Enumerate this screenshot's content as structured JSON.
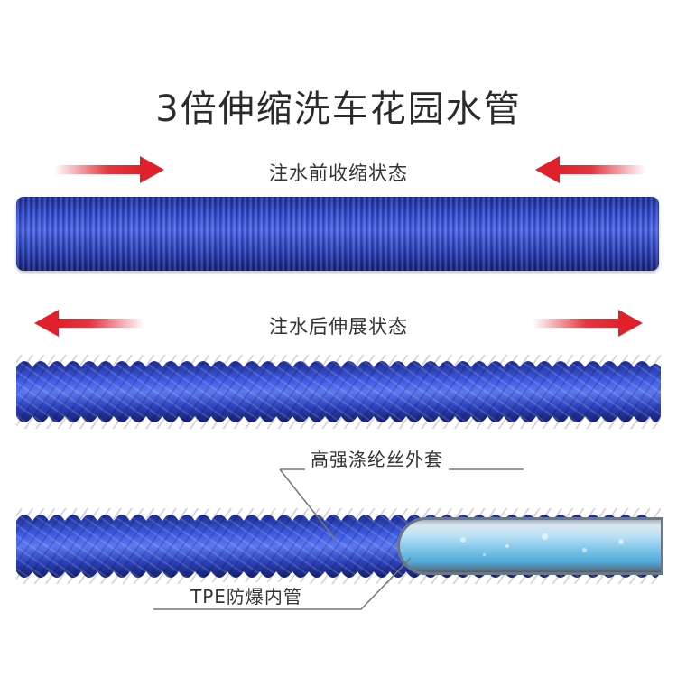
{
  "title": "3倍伸缩洗车花园水管",
  "label_before": "注水前收缩状态",
  "label_after": "注水后伸展状态",
  "callout_outer": "高强涤纶丝外套",
  "callout_inner": "TPE防爆内管",
  "colors": {
    "arrow_red": "#e0202a",
    "hose_blue": "#3550d6",
    "tube_blue": "#7fc6ea"
  },
  "icons": {
    "arrow_right": "arrow-right-icon",
    "arrow_left": "arrow-left-icon"
  }
}
